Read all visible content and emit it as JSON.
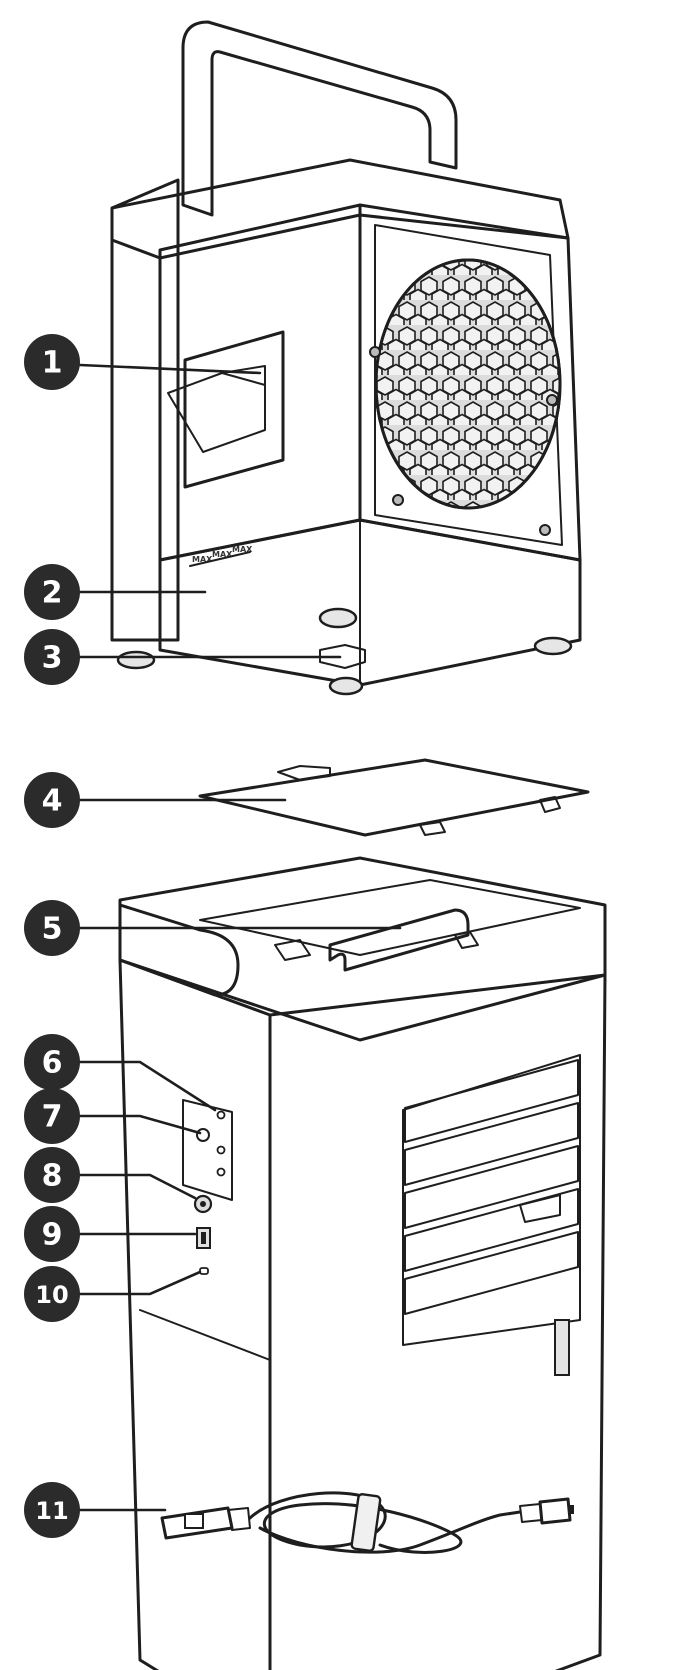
{
  "colors": {
    "badge": "#2b2b2b",
    "outline": "#1e1e1e",
    "body_light": "#f7f7f7",
    "body_shade": "#e6e6e6",
    "body_dark": "#d3d3d3"
  },
  "callouts": [
    {
      "label": "1",
      "part": "water-tank-door"
    },
    {
      "label": "2",
      "part": "water-tank"
    },
    {
      "label": "3",
      "part": "foot"
    },
    {
      "label": "4",
      "part": "top-lid"
    },
    {
      "label": "5",
      "part": "handle"
    },
    {
      "label": "6",
      "part": "indicator-light"
    },
    {
      "label": "7",
      "part": "control-button"
    },
    {
      "label": "8",
      "part": "power-jack"
    },
    {
      "label": "9",
      "part": "usb-port"
    },
    {
      "label": "10",
      "part": "small-port"
    },
    {
      "label": "11",
      "part": "usb-cable"
    }
  ],
  "tank_marks": [
    "MAX",
    "MAX",
    "MAX"
  ],
  "icons": {
    "grille": "honeycomb-fan-grille-icon",
    "louvers": "air-louver-icon",
    "cable": "usb-cable-icon"
  }
}
